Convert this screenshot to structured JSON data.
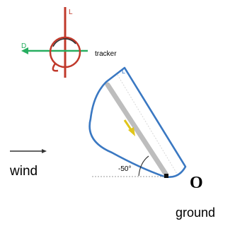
{
  "diagram": {
    "tracker": {
      "label": "tracker",
      "up_axis_letter": "L",
      "left_axis_letter": "D",
      "colors": {
        "up_axis": "#c0392b",
        "left_axis": "#27ae60",
        "rotation": "#c0392b",
        "body": "#333333"
      }
    },
    "kite": {
      "tip_letter": "L",
      "angle_label": "-50°",
      "colors": {
        "outline": "#3a78c2",
        "tether": "#bdbdbd",
        "arrow": "#e0c51a"
      }
    },
    "wind": {
      "label": "wind",
      "color": "#333333"
    },
    "ground": {
      "origin_label": "O",
      "label": "ground"
    }
  }
}
